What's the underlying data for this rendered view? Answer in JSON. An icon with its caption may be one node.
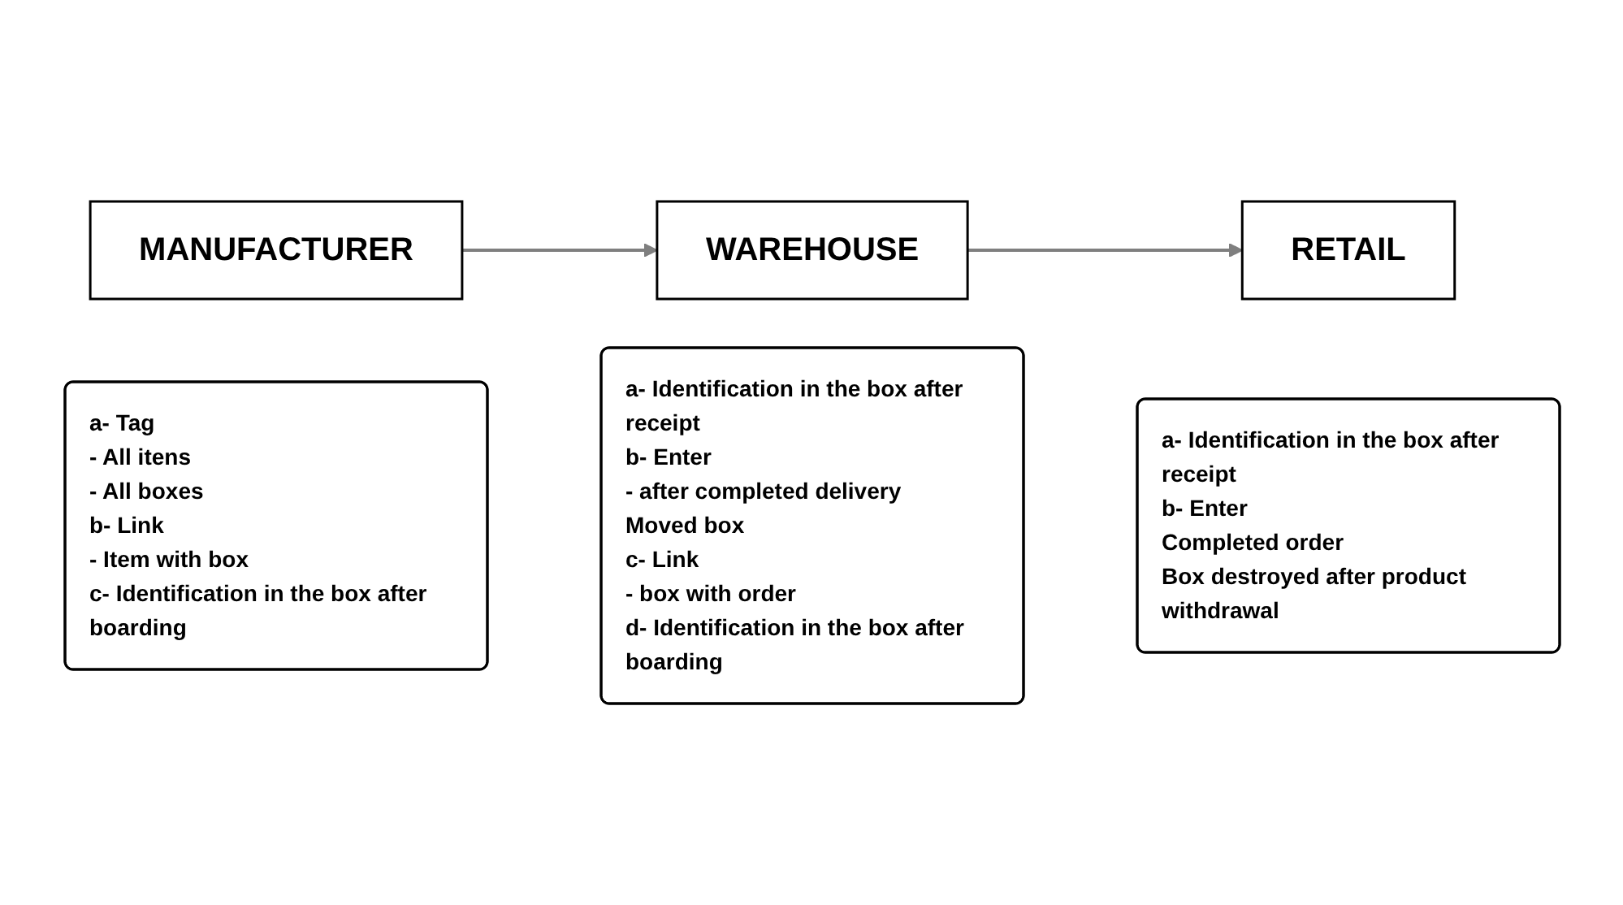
{
  "diagram": {
    "nodes": [
      {
        "text": [
          "MANUFACTURER"
        ]
      },
      {
        "text": [
          "a- Tag",
          "- All itens",
          "- All boxes",
          "b- Link",
          "- Item with box",
          "c- Identification in the box after boarding"
        ]
      },
      {
        "text": [
          "WAREHOUSE"
        ]
      },
      {
        "text": [
          "a- Identification in the box after receipt",
          "b- Enter",
          "- after completed delivery",
          "Moved box",
          "c- Link",
          "- box with order",
          "d- Identification in the box after boarding"
        ]
      },
      {
        "text": [
          "RETAIL"
        ]
      },
      {
        "text": [
          "a- Identification in the box after receipt",
          "b- Enter",
          "Completed order",
          "Box destroyed after product withdrawal"
        ]
      }
    ],
    "edges": [
      {
        "from": 0,
        "to": 2,
        "arrow": "to"
      },
      {
        "from": 2,
        "to": 4,
        "arrow": "to"
      }
    ]
  }
}
